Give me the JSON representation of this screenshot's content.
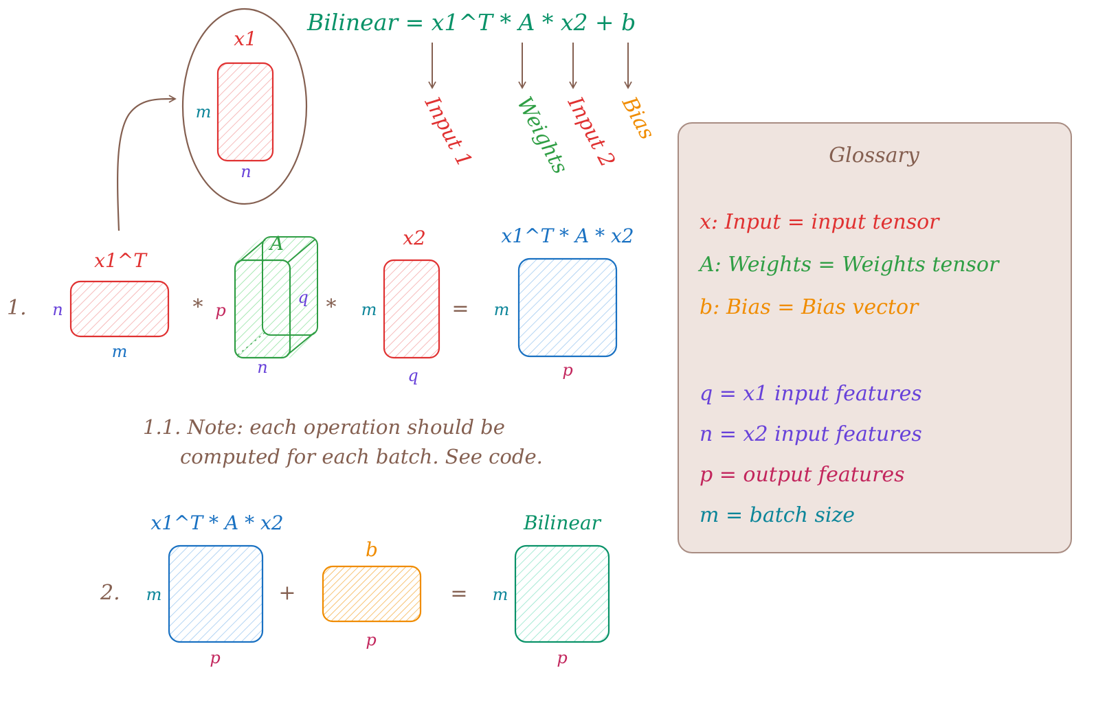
{
  "colors": {
    "red": "#e03131",
    "green": "#2f9e44",
    "darkgreen": "#099268",
    "blue": "#1971c2",
    "orange": "#f08c00",
    "purple": "#6741d9",
    "teal": "#0c8599",
    "magenta": "#c2255c",
    "brown": "#845f50",
    "gray": "#777777",
    "panel_fill": "#efe4df",
    "panel_stroke": "#a88c82"
  },
  "formula": {
    "text": "Bilinear = x1^T * A * x2 + b",
    "labels": [
      "Input 1",
      "Weights",
      "Input 2",
      "Bias"
    ]
  },
  "inset": {
    "title": "x1",
    "row_dim": "m",
    "col_dim": "n"
  },
  "step1": {
    "number": "1.",
    "x1t": {
      "title": "x1^T",
      "row_dim": "n",
      "col_dim": "m"
    },
    "op1": "*",
    "weights": {
      "title": "A",
      "row_dim": "p",
      "col_dim": "n",
      "depth_dim": "q"
    },
    "op2": "*",
    "x2": {
      "title": "x2",
      "row_dim": "m",
      "col_dim": "q"
    },
    "eq": "=",
    "result": {
      "title": "x1^T * A * x2",
      "row_dim": "m",
      "col_dim": "p"
    }
  },
  "note": {
    "line1": "1.1. Note: each operation should be",
    "line2": "computed for each batch. See code."
  },
  "step2": {
    "number": "2.",
    "prod": {
      "title": "x1^T * A * x2",
      "row_dim": "m",
      "col_dim": "p"
    },
    "op": "+",
    "bias": {
      "title": "b",
      "col_dim": "p"
    },
    "eq": "=",
    "out": {
      "title": "Bilinear",
      "row_dim": "m",
      "col_dim": "p"
    }
  },
  "glossary": {
    "title": "Glossary",
    "items": [
      "x: Input = input tensor",
      "A: Weights = Weights tensor",
      "b: Bias = Bias vector",
      "q = x1 input features",
      "n = x2 input features",
      "p = output features",
      "m = batch size"
    ]
  }
}
